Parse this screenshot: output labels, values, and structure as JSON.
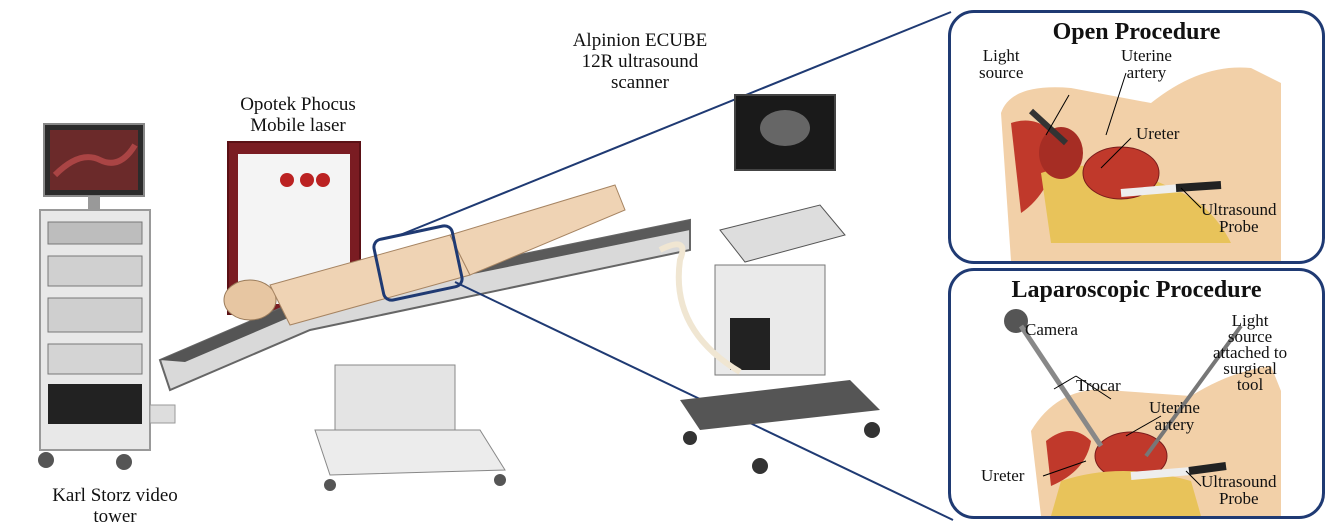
{
  "labels": {
    "tower": [
      "Karl Storz video",
      "tower"
    ],
    "laser": [
      "Opotek Phocus",
      "Mobile laser"
    ],
    "scanner": [
      "Alpinion ECUBE",
      "12R ultrasound",
      "scanner"
    ]
  },
  "open_panel": {
    "title": "Open Procedure",
    "light_source": [
      "Light",
      "source"
    ],
    "uterine_artery": [
      "Uterine",
      "artery"
    ],
    "ureter": "Ureter",
    "probe": [
      "Ultrasound",
      "Probe"
    ]
  },
  "lap_panel": {
    "title": "Laparoscopic Procedure",
    "camera": "Camera",
    "light_source": [
      "Light",
      "source",
      "attached to",
      "surgical",
      "tool"
    ],
    "trocar": "Trocar",
    "uterine_artery": [
      "Uterine",
      "artery"
    ],
    "ureter": "Ureter",
    "probe": [
      "Ultrasound",
      "Probe"
    ]
  },
  "colors": {
    "frame": "#1f3a73",
    "tissue": "#c0392b",
    "skin": "#f2d0a8",
    "fat": "#e8c35a"
  }
}
